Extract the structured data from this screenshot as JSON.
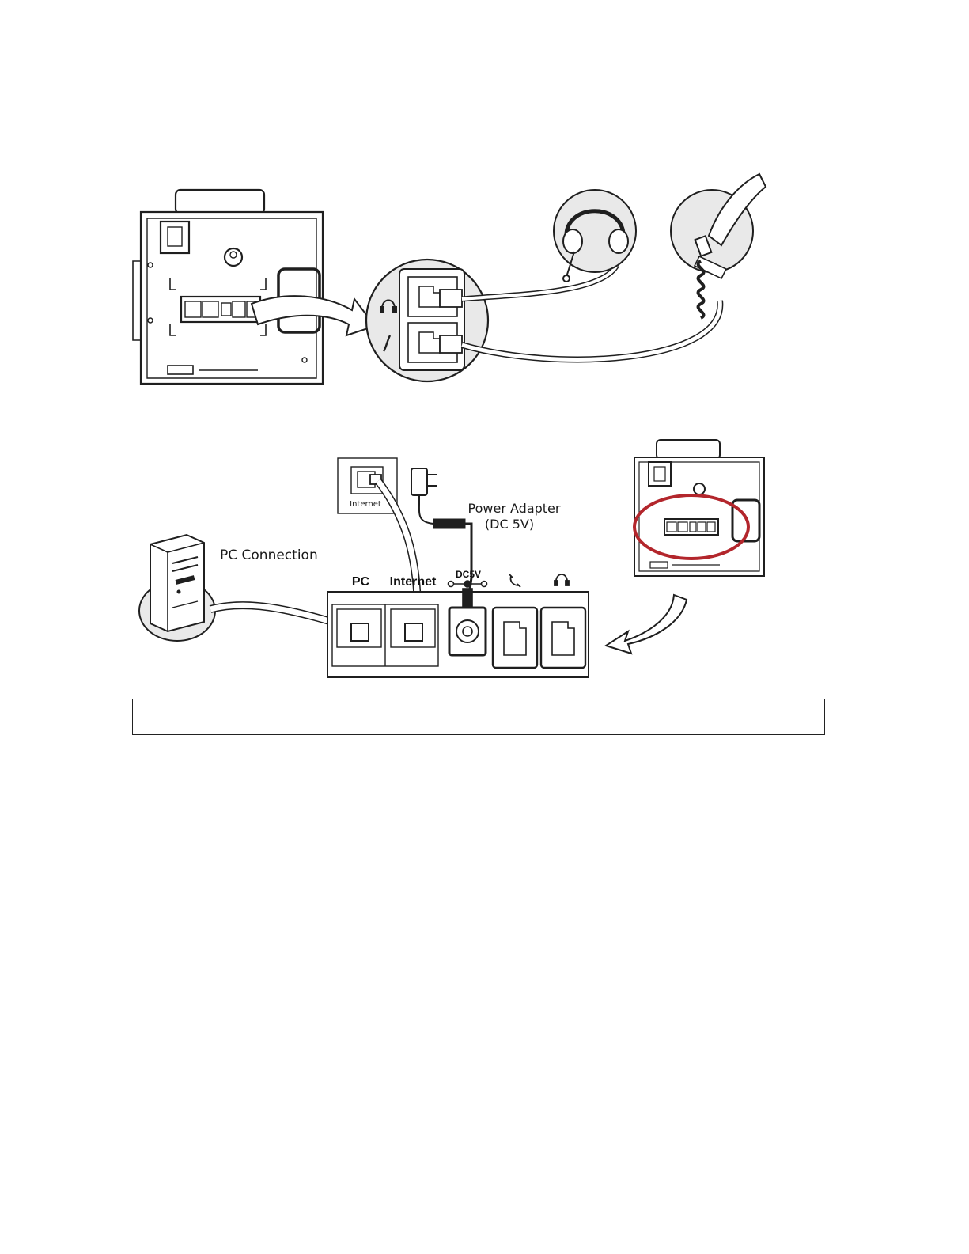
{
  "labels": {
    "internet_small": "Internet",
    "power_adapter_line1": "Power Adapter",
    "power_adapter_line2": "(DC 5V)",
    "pc_connection": "PC Connection",
    "port_pc": "PC",
    "port_internet": "Internet",
    "port_dc5v": "DC5V"
  },
  "icons": {
    "handset_port": "handset-icon",
    "headset_port": "headset-icon",
    "highlight_ring": "red-ellipse"
  },
  "colors": {
    "line": "#1f1f1f",
    "highlight": "#b3262c",
    "panel_fill": "#ffffff",
    "disc_fill": "#e9e9e9",
    "footer_link": "#2b3fc9"
  }
}
